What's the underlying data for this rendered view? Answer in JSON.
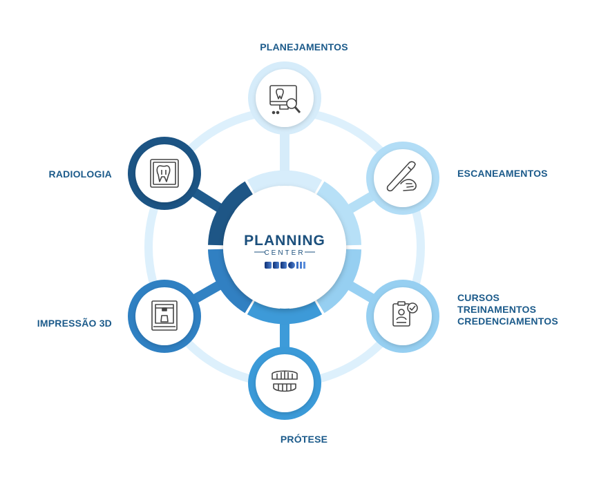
{
  "center": {
    "title": "PLANNING",
    "subtitle": "CENTER",
    "logo_name": "MEDDIII-logo"
  },
  "nodes": {
    "planejamentos": {
      "label": "PLANEJAMENTOS",
      "icon": "monitor-tooth-magnifier-icon",
      "ring_color": "#cfe8f7"
    },
    "escaneamentos": {
      "label": "ESCANEAMENTOS",
      "icon": "intraoral-scanner-icon",
      "ring_color": "#a9daf5"
    },
    "cursos": {
      "lines": [
        "CURSOS",
        "TREINAMENTOS",
        "CREDENCIAMENTOS"
      ],
      "icon": "certificate-check-icon",
      "ring_color": "#8ccbf0"
    },
    "protese": {
      "label": "PRÓTESE",
      "icon": "denture-icon",
      "ring_color": "#3a9ad9"
    },
    "impressao": {
      "label": "IMPRESSÃO 3D",
      "icon": "3d-printer-icon",
      "ring_color": "#2f80c2"
    },
    "radiologia": {
      "label": "RADIOLOGIA",
      "icon": "tooth-xray-icon",
      "ring_color": "#1d5585"
    }
  },
  "colors": {
    "label_text": "#1b5a8a",
    "orbit": "#dcefff",
    "brand_dark": "#1b4f7c"
  }
}
